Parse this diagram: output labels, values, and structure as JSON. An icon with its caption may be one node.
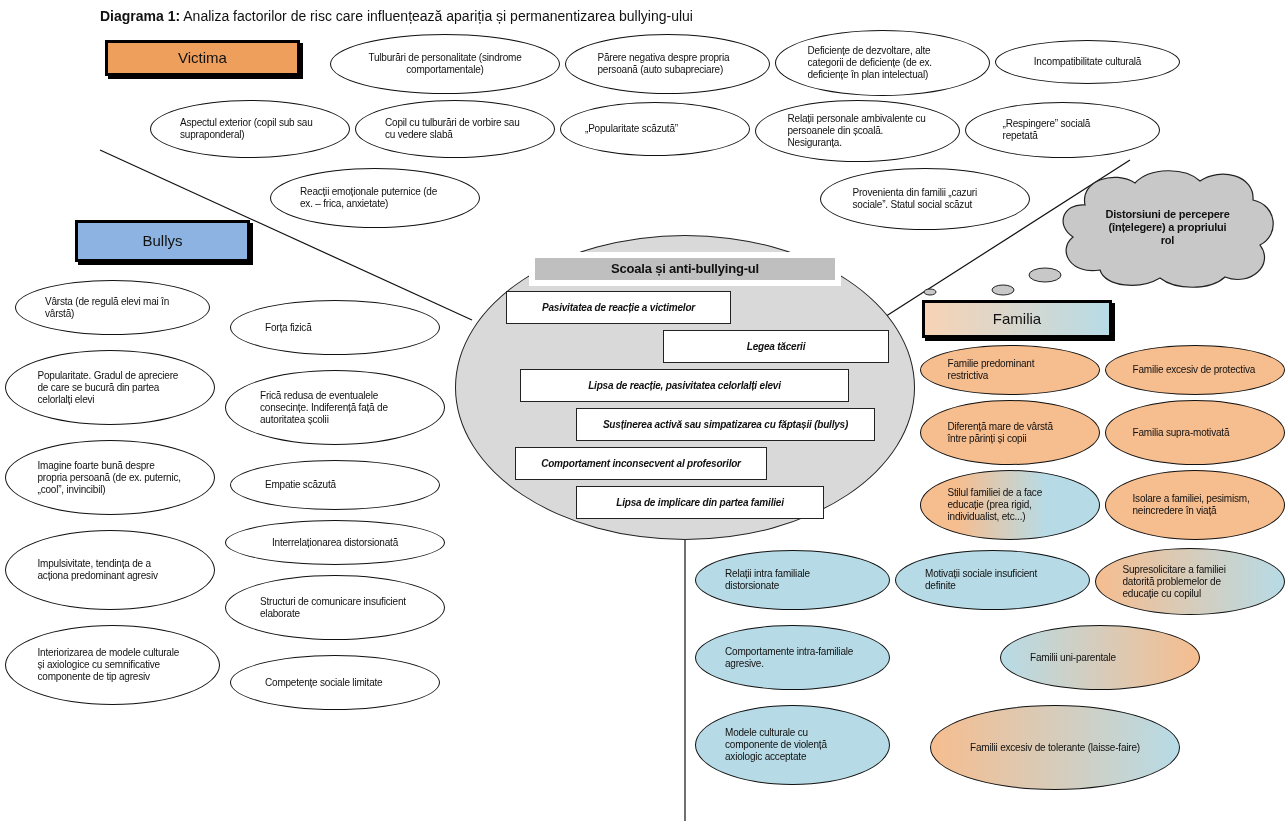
{
  "diagram": {
    "title": "**Diagrama 1:** Analiza factorilor de risc care influențează apariția și permanentizarea bullying-ului",
    "nodes": [
      {
        "text": [
          "Victima"
        ]
      },
      {
        "text": [
          "Tulburări de personalitate (sindrome comportamentale)"
        ]
      },
      {
        "text": [
          "Părere negativa despre propria persoană (auto subapreciare)"
        ]
      },
      {
        "text": [
          "Deficiențe de dezvoltare, alte categorii de deficiențe (de ex. deficiențe în plan intelectual)"
        ]
      },
      {
        "text": [
          "Incompatibilitate culturală"
        ]
      },
      {
        "text": [
          "Copil cu tulburări de vorbire sau cu vedere slabă"
        ]
      },
      {
        "text": [
          "Aspectul exterior (copil sub sau supraponderal)"
        ]
      },
      {
        "text": [
          "„Popularitate scăzută”"
        ]
      },
      {
        "text": [
          "Relații personale ambivalente cu persoanele din școală. Nesiguranța."
        ]
      },
      {
        "text": [
          "„Respingere” socială repetată"
        ]
      },
      {
        "text": [
          "Reacții emoționale puternice (de ex. – frica, anxietate)"
        ]
      },
      {
        "text": [
          "Provenienta din familii „cazuri sociale”. Statul social scăzut"
        ]
      },
      {
        "text": [
          "Distorsiuni de percepere (înțelegere) a propriului rol"
        ]
      },
      {
        "text": [
          "Bullys"
        ]
      },
      {
        "text": [
          "Vârsta (de regulă elevi mai în vârstă)"
        ]
      },
      {
        "text": [
          "Forța fizică"
        ]
      },
      {
        "text": [
          "Popularitate. Gradul de apreciere de care se bucură din partea celorlalți elevi"
        ]
      },
      {
        "text": [
          "Frică redusa de eventualele consecințe. Indiferență față de autoritatea școlii"
        ]
      },
      {
        "text": [
          "Imagine foarte bună despre propria persoană (de ex. puternic, „cool”, invincibil)"
        ]
      },
      {
        "text": [
          "Empatie scăzută"
        ]
      },
      {
        "text": [
          "Interrelaționarea distorsionată"
        ]
      },
      {
        "text": [
          "Impulsivitate, tendința de a acționa predominant agresiv"
        ]
      },
      {
        "text": [
          "Structuri de comunicare insuficient elaborate"
        ]
      },
      {
        "text": [
          "Interiorizarea de modele culturale și axiologice cu semnificative componente de tip agresiv"
        ]
      },
      {
        "text": [
          "Competențe sociale limitate"
        ]
      },
      {
        "text": [
          "Scoala și anti-bullying-ul"
        ]
      },
      {
        "text": [
          "Pasivitatea de reacție a victimelor"
        ],
        "in": 25
      },
      {
        "text": [
          "Legea tăcerii"
        ],
        "in": 25
      },
      {
        "text": [
          "Lipsa de reacție, pasivitatea celorlalți elevi"
        ],
        "in": 25
      },
      {
        "text": [
          "Susținerea activă sau simpatizarea cu făptașii (bullys)"
        ],
        "in": 25
      },
      {
        "text": [
          "Comportament inconsecvent al profesorilor"
        ],
        "in": 25
      },
      {
        "text": [
          "Lipsa de implicare din partea familiei"
        ],
        "in": 25
      },
      {
        "text": [
          "Familia"
        ]
      },
      {
        "text": [
          "Familie predominant restrictiva"
        ]
      },
      {
        "text": [
          "Familie excesiv de protectiva"
        ]
      },
      {
        "text": [
          "Diferență mare de vârstă între părinți și copii"
        ]
      },
      {
        "text": [
          "Familia supra-motivată"
        ]
      },
      {
        "text": [
          "Stilul familiei de a face educație (prea rigid, individualist, etc...)"
        ]
      },
      {
        "text": [
          "Isolare a familiei, pesimism, neincredere în viață"
        ]
      },
      {
        "text": [
          "Relații intra familiale distorsionate"
        ]
      },
      {
        "text": [
          "Motivații sociale insuficient definite"
        ]
      },
      {
        "text": [
          "Supresolicitare a familiei datorită problemelor de educație cu copilul"
        ]
      },
      {
        "text": [
          "Familii uni-parentale"
        ]
      },
      {
        "text": [
          "Comportamente intra-familiale agresive."
        ]
      },
      {
        "text": [
          "Familii excesiv de tolerante (laisse-faire)"
        ]
      },
      {
        "text": [
          "Modele culturale cu componente de violență axiologic acceptate"
        ]
      }
    ],
    "edges": []
  }
}
